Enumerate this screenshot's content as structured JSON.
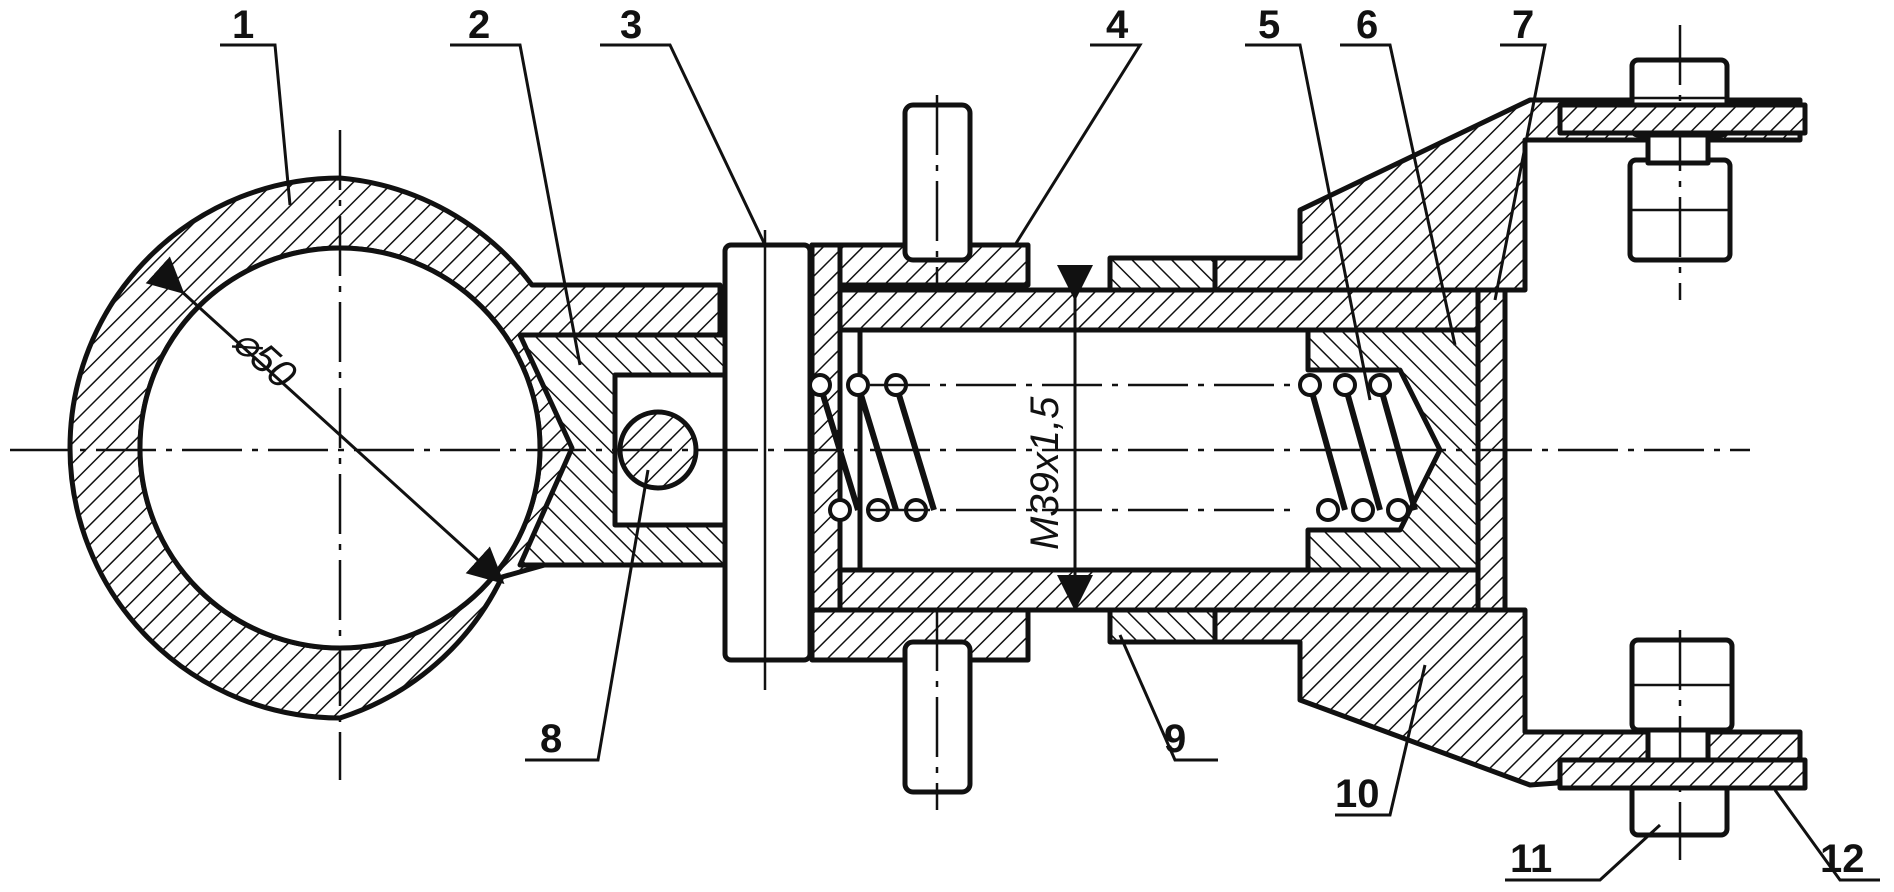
{
  "callouts": [
    {
      "id": "1",
      "label": "1"
    },
    {
      "id": "2",
      "label": "2"
    },
    {
      "id": "3",
      "label": "3"
    },
    {
      "id": "4",
      "label": "4"
    },
    {
      "id": "5",
      "label": "5"
    },
    {
      "id": "6",
      "label": "6"
    },
    {
      "id": "7",
      "label": "7"
    },
    {
      "id": "8",
      "label": "8"
    },
    {
      "id": "9",
      "label": "9"
    },
    {
      "id": "10",
      "label": "10"
    },
    {
      "id": "11",
      "label": "11"
    },
    {
      "id": "12",
      "label": "12"
    }
  ],
  "dimensions": {
    "eye_diameter": "⌀50",
    "thread": "M39x1,5"
  }
}
